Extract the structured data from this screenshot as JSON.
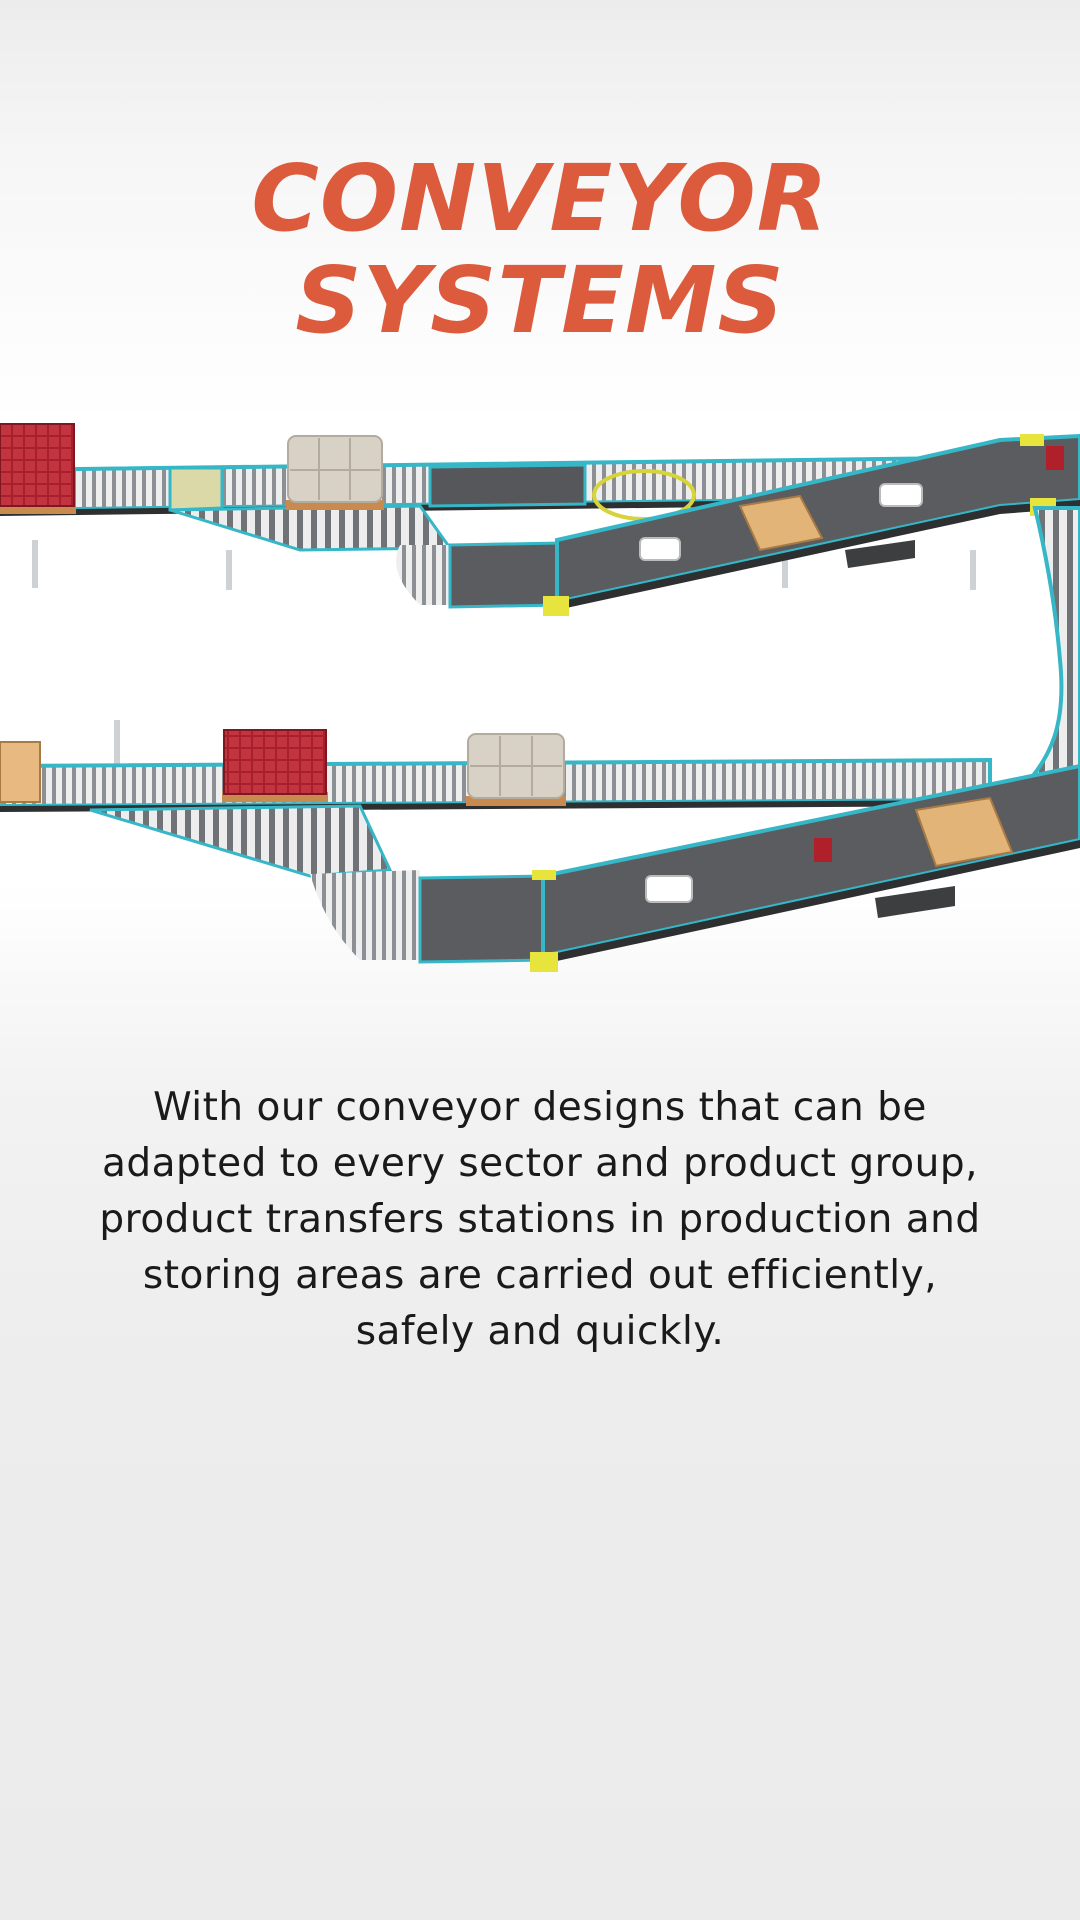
{
  "header": {
    "title_line1": "CONVEYOR",
    "title_line2": "SYSTEMS"
  },
  "illustration": {
    "icon": "conveyor-system-illustration"
  },
  "body": {
    "description": "With our conveyor designs that can be adapted to every sector and product group, product transfers stations in production and storing areas are carried out efficiently, safely and quickly."
  },
  "colors": {
    "accent": "#db5b3c",
    "frame": "#35b7c8",
    "belt": "#58595b",
    "roller": "#d8dadc",
    "text": "#1a1a1a"
  }
}
